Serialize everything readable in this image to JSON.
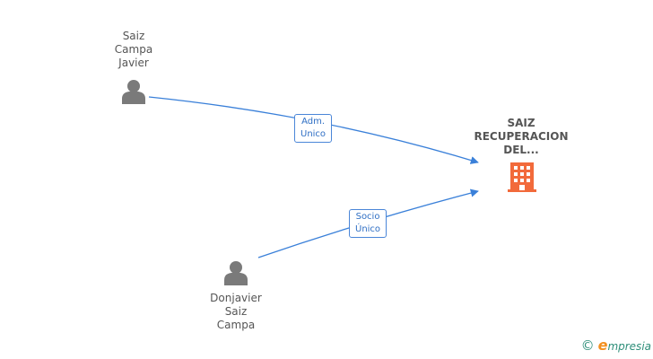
{
  "nodes": {
    "person1": {
      "label": "Saiz\nCampa\nJavier",
      "icon": "person-icon"
    },
    "person2": {
      "label": "Donjavier\nSaiz\nCampa",
      "icon": "person-icon"
    },
    "company": {
      "label": "SAIZ\nRECUPERACION\nDEL...",
      "icon": "building-icon"
    }
  },
  "edges": [
    {
      "label": "Adm.\nUnico"
    },
    {
      "label": "Socio\nÚnico"
    }
  ],
  "brand": {
    "copyright": "©",
    "e": "e",
    "rest": "mpresia"
  },
  "colors": {
    "person": "#7a7a7a",
    "building": "#f26a3b",
    "edge": "#3a80d9"
  }
}
